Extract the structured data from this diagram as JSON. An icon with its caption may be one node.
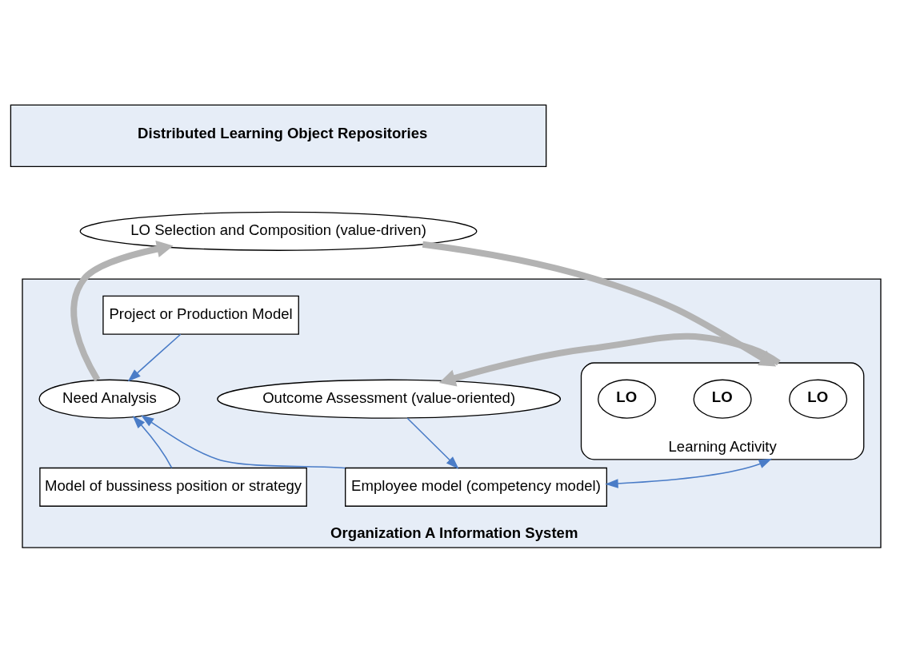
{
  "diagram": {
    "nodes": [
      {
        "text": [
          "Distributed Learning Object Repositories"
        ]
      },
      {
        "text": [
          "Organization A Information System"
        ]
      },
      {
        "text": [
          "LO Selection and Composition (value-driven)"
        ]
      },
      {
        "text": [
          "Project or Production Model"
        ],
        "in": 1
      },
      {
        "text": [
          "Need Analysis"
        ],
        "in": 1
      },
      {
        "text": [
          "Learning Activity"
        ],
        "in": 1
      },
      {
        "text": [
          "LO"
        ],
        "in": 5
      },
      {
        "text": [
          "LO"
        ],
        "in": 5
      },
      {
        "text": [
          "LO"
        ],
        "in": 5
      },
      {
        "text": [
          "Outcome Assessment (value-oriented)"
        ],
        "in": 1
      },
      {
        "text": [
          "Model of bussiness position or strategy"
        ],
        "in": 1
      },
      {
        "text": [
          "Employee model (competency model)"
        ],
        "in": 1
      }
    ],
    "edges": [
      {
        "from": 3,
        "to": 4,
        "arrow": "to"
      },
      {
        "from": 10,
        "to": 4,
        "arrow": "to"
      },
      {
        "from": 11,
        "to": 4,
        "arrow": "to"
      },
      {
        "from": 4,
        "to": 2,
        "arrow": "to",
        "style": "thick",
        "color": "#b3b3b3"
      },
      {
        "from": 2,
        "to": 5,
        "arrow": "to",
        "style": "thick",
        "color": "#b3b3b3"
      },
      {
        "from": 5,
        "to": 9,
        "arrow": "to",
        "style": "thick",
        "color": "#b3b3b3"
      },
      {
        "from": 5,
        "to": 11,
        "arrow": "both"
      },
      {
        "from": 9,
        "to": 11,
        "arrow": "to"
      }
    ]
  }
}
